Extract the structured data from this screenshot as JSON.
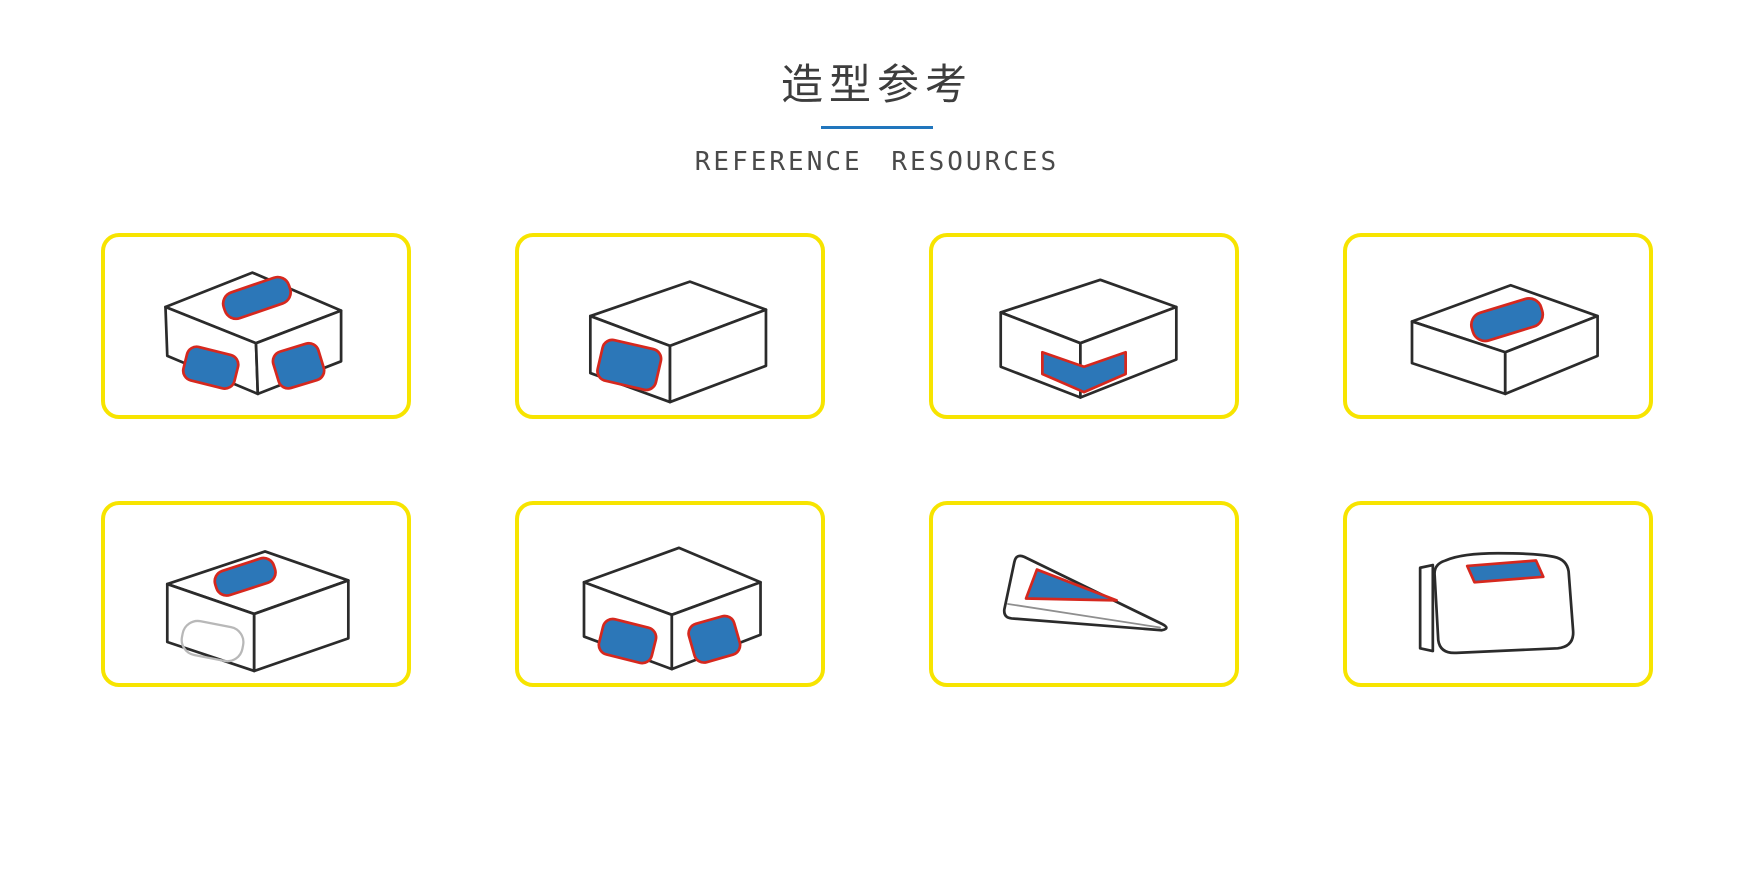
{
  "page": {
    "title": "造型参考",
    "subtitle": "REFERENCE RESOURCES"
  },
  "colors": {
    "accent_blue": "#2176bd",
    "card_border_yellow": "#f7e400",
    "window_fill_blue": "#2c77b8",
    "window_outline_red": "#d6281e",
    "sketch_line": "#2b2b2b",
    "faint_line": "#b8b8b8"
  },
  "cards": [
    {
      "id": 1,
      "name": "box-three-windows",
      "description": "Rectangular box with rounded window on top face and rounded windows on both front faces"
    },
    {
      "id": 2,
      "name": "box-front-window",
      "description": "Rectangular box with a single rounded window on the front face"
    },
    {
      "id": 3,
      "name": "box-chevron-window",
      "description": "Rectangular box with a chevron-shaped window wrapping the front corner"
    },
    {
      "id": 4,
      "name": "box-top-window",
      "description": "Rectangular box with a rounded window on the top face"
    },
    {
      "id": 5,
      "name": "box-top-window-faint-front",
      "description": "Rectangular box with a rounded window on top and a faint outlined window on the front face"
    },
    {
      "id": 6,
      "name": "box-two-front-windows",
      "description": "Rectangular box with rounded windows on both front faces"
    },
    {
      "id": 7,
      "name": "wedge-triangle-window",
      "description": "Triangular wedge pack with a triangular window on the top face"
    },
    {
      "id": 8,
      "name": "pouch-top-window",
      "description": "Rounded pouch pack with a side fin and a parallelogram window on top"
    }
  ]
}
